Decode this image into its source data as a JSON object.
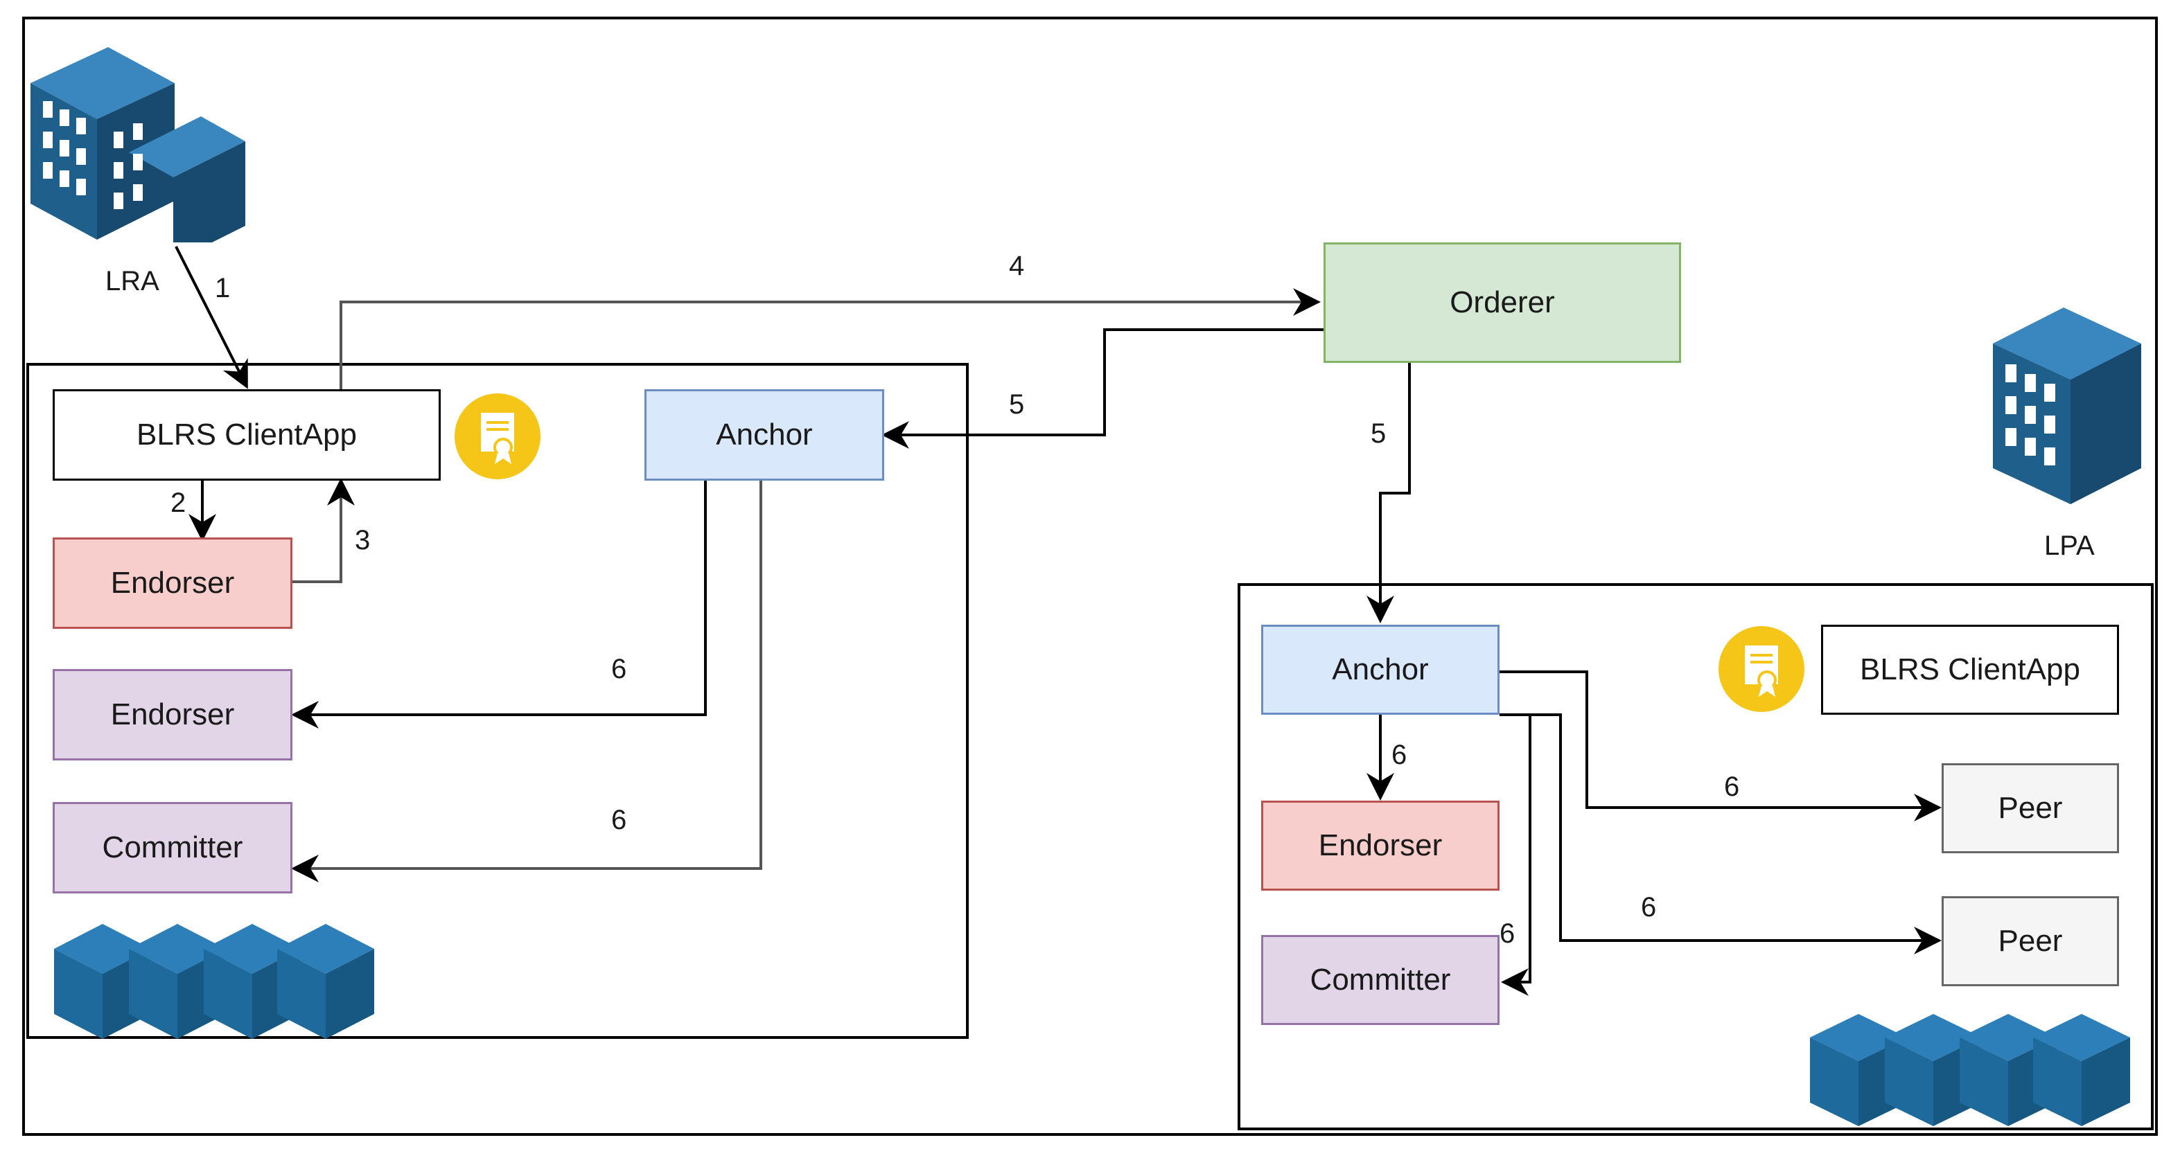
{
  "colors": {
    "orderer_fill": "#d5e8d4",
    "orderer_stroke": "#82b366",
    "anchor_fill": "#dae8fc",
    "anchor_stroke": "#6c8ebf",
    "endorser_red_fill": "#f8cecc",
    "endorser_red_stroke": "#b85450",
    "purple_fill": "#e1d5e7",
    "purple_stroke": "#9673a6",
    "peer_fill": "#f5f5f5",
    "peer_stroke": "#666666",
    "building": "#1f5f8b",
    "badge": "#f5c518"
  },
  "icons": [
    "building-icon",
    "certificate-icon",
    "blockchain-blocks-icon"
  ],
  "labels": {
    "lra": "LRA",
    "lpa": "LPA",
    "orderer": "Orderer",
    "left": {
      "client_app": "BLRS ClientApp",
      "anchor": "Anchor",
      "endorser_1": "Endorser",
      "endorser_2": "Endorser",
      "committer": "Committer"
    },
    "right": {
      "anchor": "Anchor",
      "client_app": "BLRS ClientApp",
      "endorser": "Endorser",
      "committer": "Committer",
      "peer_1": "Peer",
      "peer_2": "Peer"
    }
  },
  "steps": {
    "s1": "1",
    "s2": "2",
    "s3": "3",
    "s4": "4",
    "s5_left": "5",
    "s5_down": "5",
    "s6_left_endorser": "6",
    "s6_left_committer": "6",
    "s6_right_endorser": "6",
    "s6_right_committer": "6",
    "s6_peer_1": "6",
    "s6_peer_2": "6"
  }
}
